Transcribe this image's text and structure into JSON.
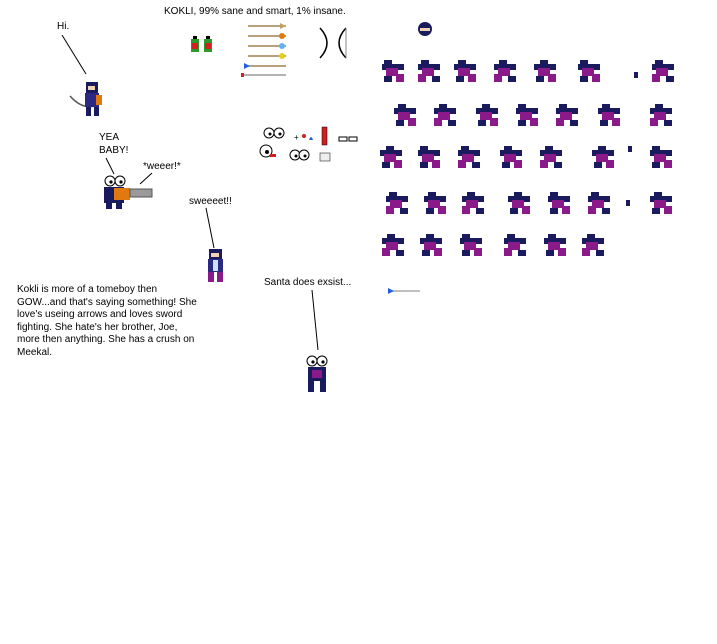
{
  "sheet": {
    "title": "KOKLI, 99% sane and smart, 1% insane.",
    "description": "Kokli is more of a tomeboy then GOW...and that's saying something! She love's useing arrows and loves sword fighting. She hate's her brother, Joe, more then anything. She has a crush on Meekal."
  },
  "speech": {
    "hi": "Hi.",
    "yea": "YEA",
    "baby": "BABY!",
    "weeer": "*weeer!*",
    "sweeet": "sweeeet!!",
    "santa": "Santa does exsist..."
  },
  "colors": {
    "navy": "#1a1a5e",
    "purple": "#8a1a8a",
    "orange": "#e07a10",
    "steel": "#9a9a9a"
  },
  "icons": {
    "bow": "bow-icon",
    "arrow": "arrow-icon",
    "potion": "potion-icon",
    "eyes": "eyes-icon"
  }
}
